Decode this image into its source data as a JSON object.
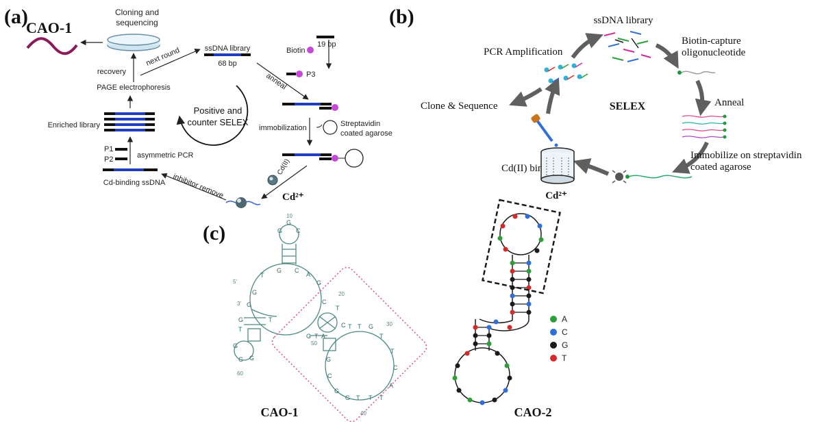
{
  "panel_a": {
    "panel_label": "(a)",
    "product_label": "CAO-1",
    "cloning": "Cloning and",
    "sequencing": "sequencing",
    "ssdna_library": "ssDNA library",
    "bp68": "68 bp",
    "bp19": "19 bp",
    "biotin": "Biotin",
    "p3": "P3",
    "anneal": "anneal",
    "next_round": "next round",
    "recovery": "recovery",
    "page": "PAGE electrophoresis",
    "enriched": "Enriched library",
    "cycle_line1": "Positive and",
    "cycle_line2": "counter SELEX",
    "immobilization": "immobilization",
    "streptavidin1": "Streptavidin",
    "streptavidin2": "coated agarose",
    "p1": "P1",
    "p2": "P2",
    "asym_pcr": "asymmetric PCR",
    "cd_binding": "Cd-binding ssDNA",
    "inhibitor_remove": "inhibitor remove",
    "cd_ii": "Cd(II)",
    "cd2": "Cd²⁺"
  },
  "panel_b": {
    "panel_label": "(b)",
    "ssdna_library": "ssDNA  library",
    "biotin_capture1": "Biotin-capture",
    "biotin_capture2": "oligonucleotide",
    "pcr": "PCR Amplification",
    "clone": "Clone & Sequence",
    "selex": "SELEX",
    "anneal": "Anneal",
    "immobilize1": "Immobilize on streptavidin",
    "immobilize2": "coated agarose",
    "cd_binding": "Cd(II) binding",
    "cd2": "Cd²⁺"
  },
  "panel_c": {
    "panel_label": "(c)",
    "cao1_label": "CAO-1",
    "cao2_label": "CAO-2",
    "five_prime": "5'",
    "three_prime": "3'",
    "num10": "10",
    "num20": "20",
    "num30": "30",
    "num40": "40",
    "num50": "50",
    "num60": "60",
    "legend": [
      {
        "base": "A",
        "color": "#2e9e3a"
      },
      {
        "base": "C",
        "color": "#2f6fdc"
      },
      {
        "base": "G",
        "color": "#1a1a1a"
      },
      {
        "base": "T",
        "color": "#d42a2a"
      }
    ]
  },
  "colors": {
    "blue_segment": "#1f3fbf",
    "biotin": "#c548d8",
    "arrow_gray": "#666666",
    "structure": "#4e8a86",
    "highlight_box": "#e04a8a"
  }
}
